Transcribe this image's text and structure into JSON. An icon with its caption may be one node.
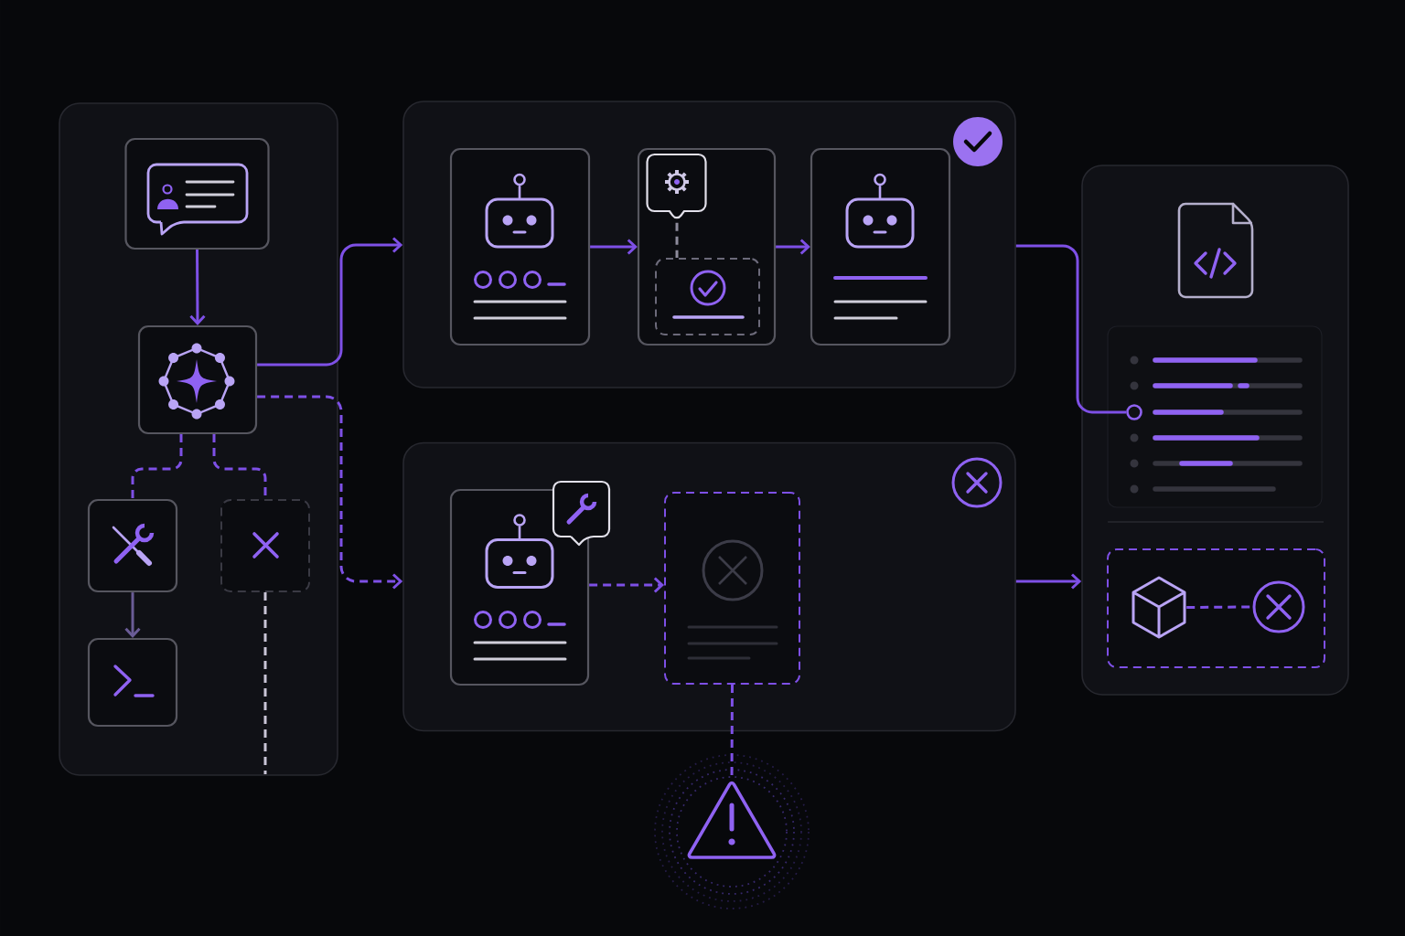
{
  "diagram": {
    "nodes": [
      {
        "text": [],
        "shape": "box"
      },
      {
        "text": [],
        "shape": "box",
        "in": 0
      },
      {
        "text": [],
        "shape": "box",
        "in": 0
      },
      {
        "text": [],
        "shape": "box",
        "in": 0
      },
      {
        "text": [],
        "shape": "box",
        "in": 0
      },
      {
        "text": [],
        "shape": "box",
        "in": 0
      },
      {
        "text": [],
        "shape": "box"
      },
      {
        "text": [],
        "shape": "box",
        "in": 6
      },
      {
        "text": [],
        "shape": "box",
        "in": 6
      },
      {
        "text": [],
        "shape": "callout",
        "in": 8
      },
      {
        "text": [],
        "shape": "box",
        "in": 8
      },
      {
        "text": [],
        "shape": "box",
        "in": 6
      },
      {
        "text": [],
        "shape": "box"
      },
      {
        "text": [],
        "shape": "box",
        "in": 12
      },
      {
        "text": [],
        "shape": "box",
        "in": 12
      },
      {
        "text": [],
        "shape": "triangle"
      },
      {
        "text": [],
        "shape": "box"
      },
      {
        "text": [],
        "shape": "box",
        "in": 16
      },
      {
        "text": [],
        "shape": "circle",
        "in": 17
      },
      {
        "text": [],
        "shape": "box",
        "in": 16
      },
      {
        "text": [],
        "shape": "picture",
        "in": 19
      },
      {
        "text": [],
        "shape": "circle",
        "in": 19
      }
    ],
    "edges": [
      {
        "from": 1,
        "to": 2,
        "arrow": "to"
      },
      {
        "from": 2,
        "to": 6,
        "arrow": "to"
      },
      {
        "from": 2,
        "to": 12,
        "arrow": "to",
        "style": "dashed"
      },
      {
        "from": 2,
        "to": 3,
        "arrow": "none",
        "style": "dashed"
      },
      {
        "from": 2,
        "to": 4,
        "arrow": "none",
        "style": "dashed"
      },
      {
        "from": 3,
        "to": 5,
        "arrow": "to",
        "color": "#6a5c96"
      },
      {
        "from": 4,
        "to": null,
        "arrow": "none",
        "style": "dashed",
        "color": "#c9c5d6"
      },
      {
        "from": 7,
        "to": 8,
        "arrow": "to"
      },
      {
        "from": 8,
        "to": 11,
        "arrow": "to"
      },
      {
        "from": 9,
        "to": 10,
        "arrow": "none",
        "style": "dashed",
        "color": "#8e8c9c"
      },
      {
        "from": 6,
        "to": 18,
        "arrow": "none"
      },
      {
        "from": 13,
        "to": 14,
        "arrow": "to",
        "style": "dashed"
      },
      {
        "from": 14,
        "to": 15,
        "arrow": "none",
        "style": "dashed"
      },
      {
        "from": 12,
        "to": 16,
        "arrow": "to"
      },
      {
        "from": 20,
        "to": 21,
        "arrow": "none",
        "style": "dashed"
      }
    ]
  }
}
